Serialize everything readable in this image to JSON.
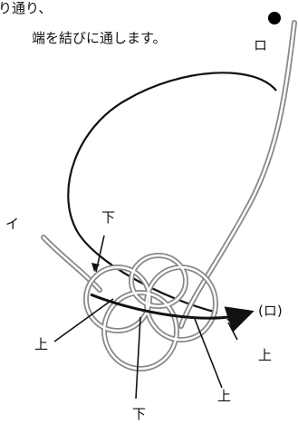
{
  "instructions": {
    "line1": "り通り、",
    "line2": "端を結びに通します。"
  },
  "labels": {
    "ro": "ロ",
    "i": "イ",
    "ue_left": "上",
    "ue_right": "上",
    "ue_bottom": "上",
    "shita_top": "下",
    "shita_bottom": "下",
    "ro_paren": "(ロ)"
  }
}
